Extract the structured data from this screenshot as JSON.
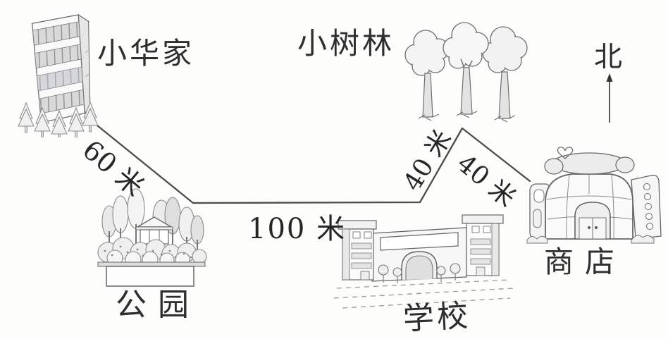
{
  "figure": {
    "kind": "distance-map-diagram",
    "paper_color": "#fdfdfc",
    "ink_color": "#2e2e2e",
    "line_color": "#4c4c4c"
  },
  "compass": {
    "label": "北"
  },
  "locations": {
    "home": {
      "label": "小华家"
    },
    "woods": {
      "label": "小树林"
    },
    "park": {
      "label": "公园"
    },
    "school": {
      "label": "学校"
    },
    "shop": {
      "label": "商店"
    }
  },
  "distances": {
    "home_to_park": "60 米",
    "park_to_school": "100 米",
    "school_to_woods": "40 米",
    "woods_to_shop": "40 米"
  }
}
